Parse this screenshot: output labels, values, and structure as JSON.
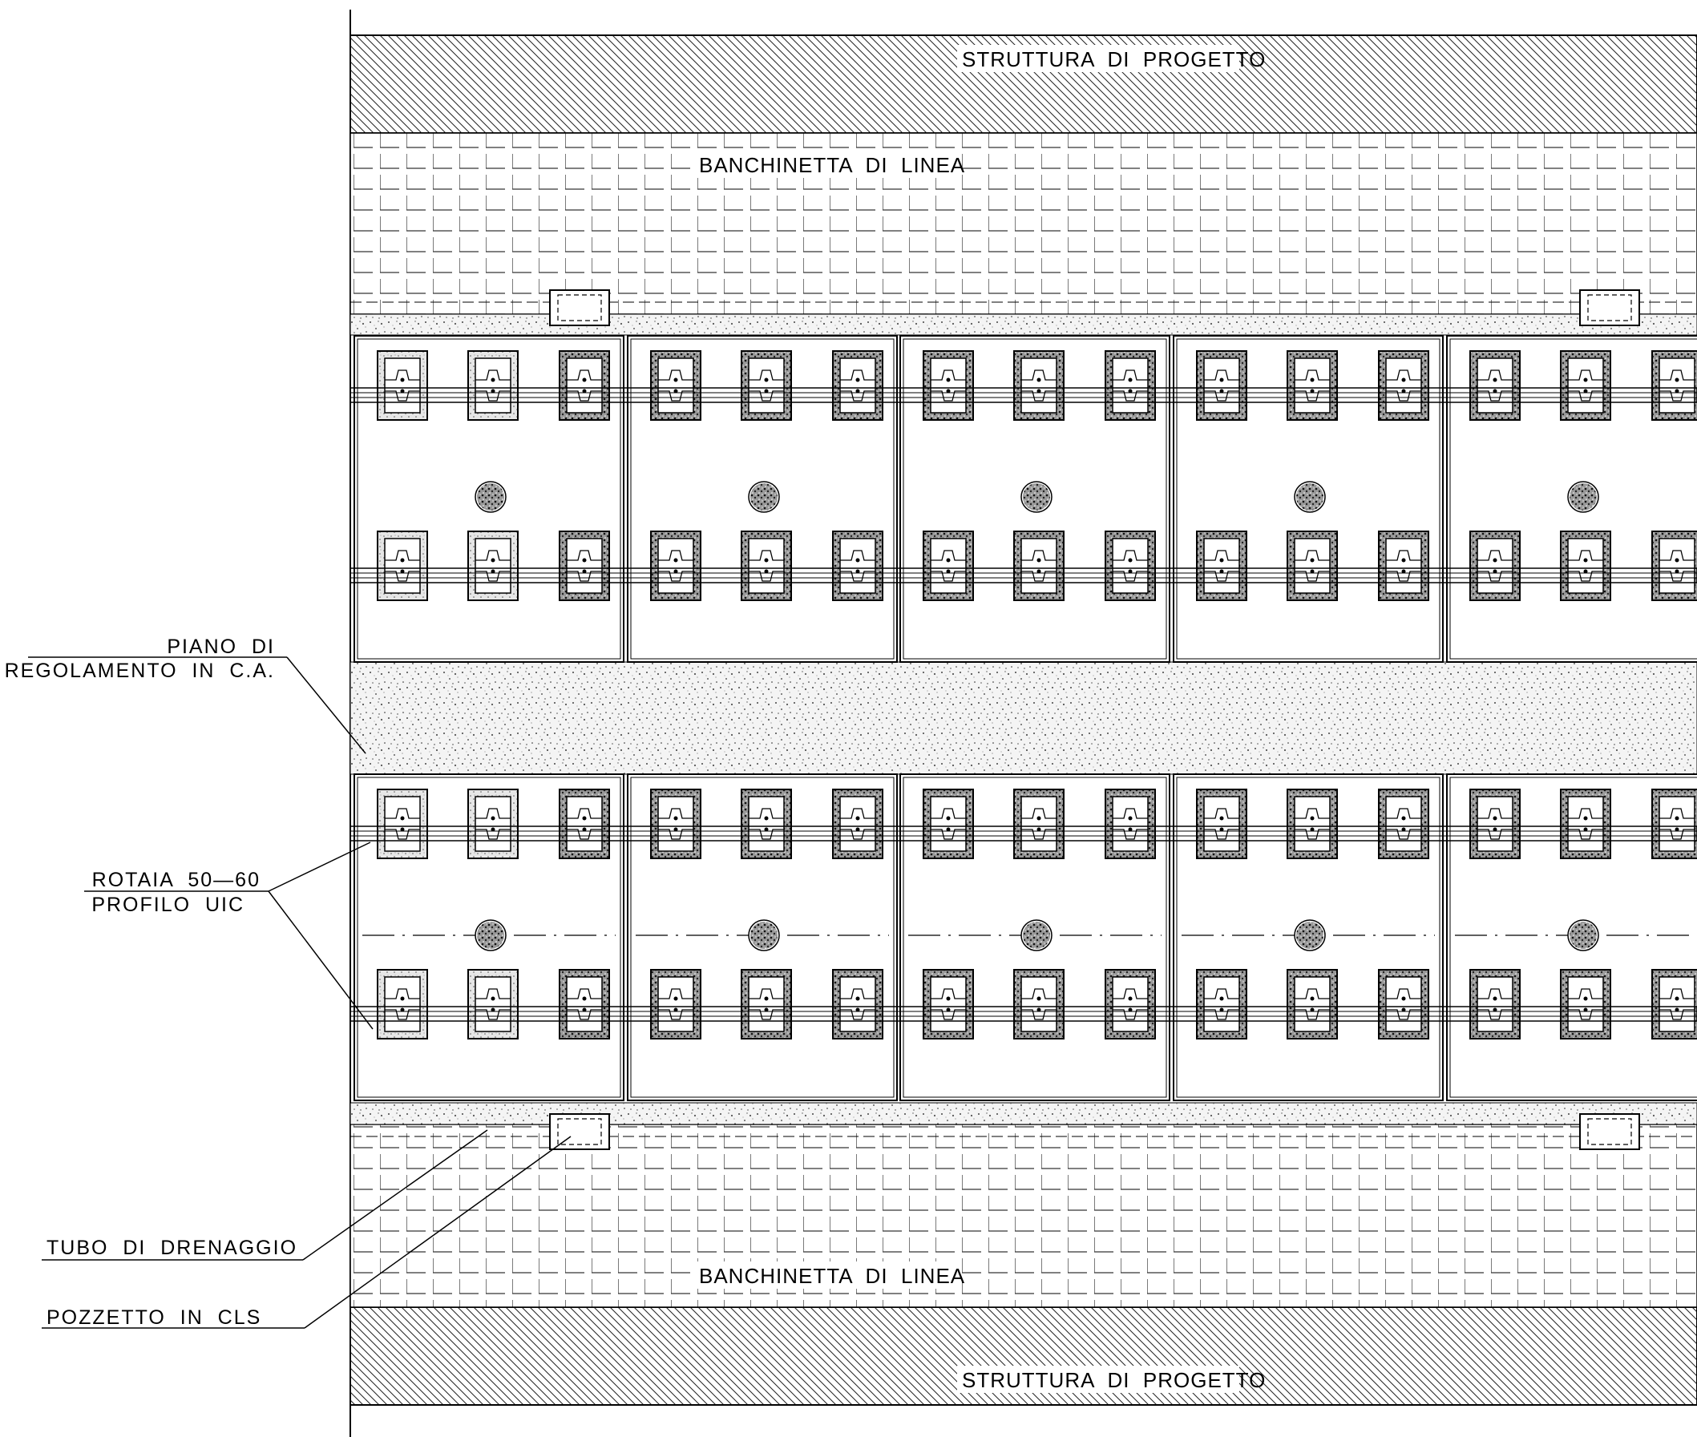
{
  "labels": {
    "struttura_top": "STRUTTURA  DI  PROGETTO",
    "struttura_bottom": "STRUTTURA  DI  PROGETTO",
    "banchinetta_top": "BANCHINETTA  DI  LINEA",
    "banchinetta_bottom": "BANCHINETTA  DI  LINEA"
  },
  "annotations": {
    "piano_line1": "PIANO  DI",
    "piano_line2": "REGOLAMENTO  IN  C.A.",
    "rotaia_line1": "ROTAIA  50—60",
    "rotaia_line2": "PROFILO  UIC",
    "tubo": "TUBO  DI  DRENAGGIO",
    "pozzetto": "POZZETTO  IN  CLS"
  }
}
